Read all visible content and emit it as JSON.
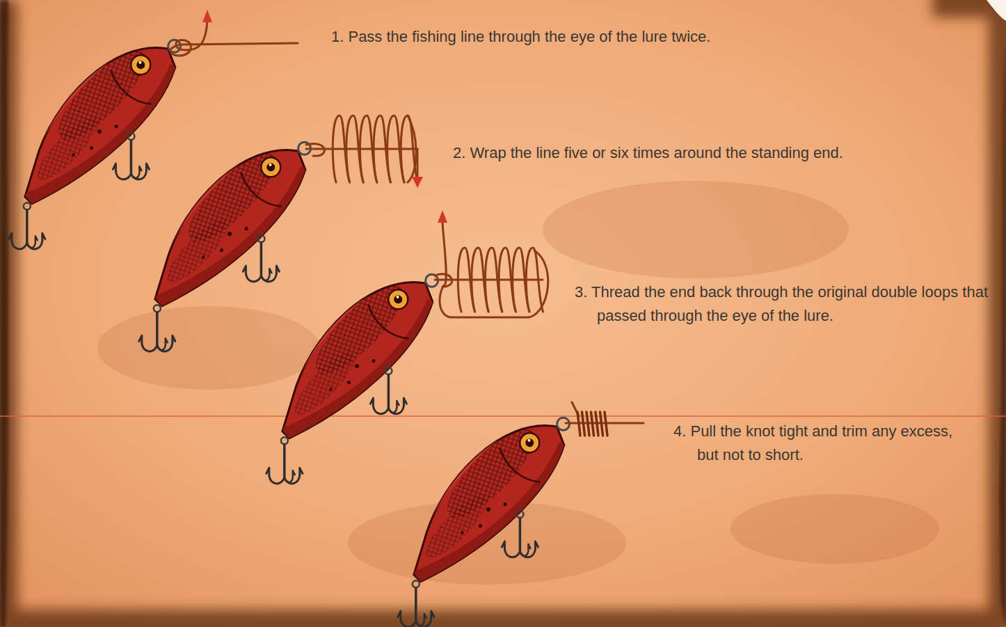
{
  "diagram": {
    "labels": [
      "1. Pass the fishing line through the eye of the lure twice.",
      "2. Wrap the line five or six times around the standing end.",
      "3. Thread the end back through the original double loops that passed through the eye of the lure.",
      "4. Pull the knot tight and trim any excess, but not to short."
    ]
  }
}
